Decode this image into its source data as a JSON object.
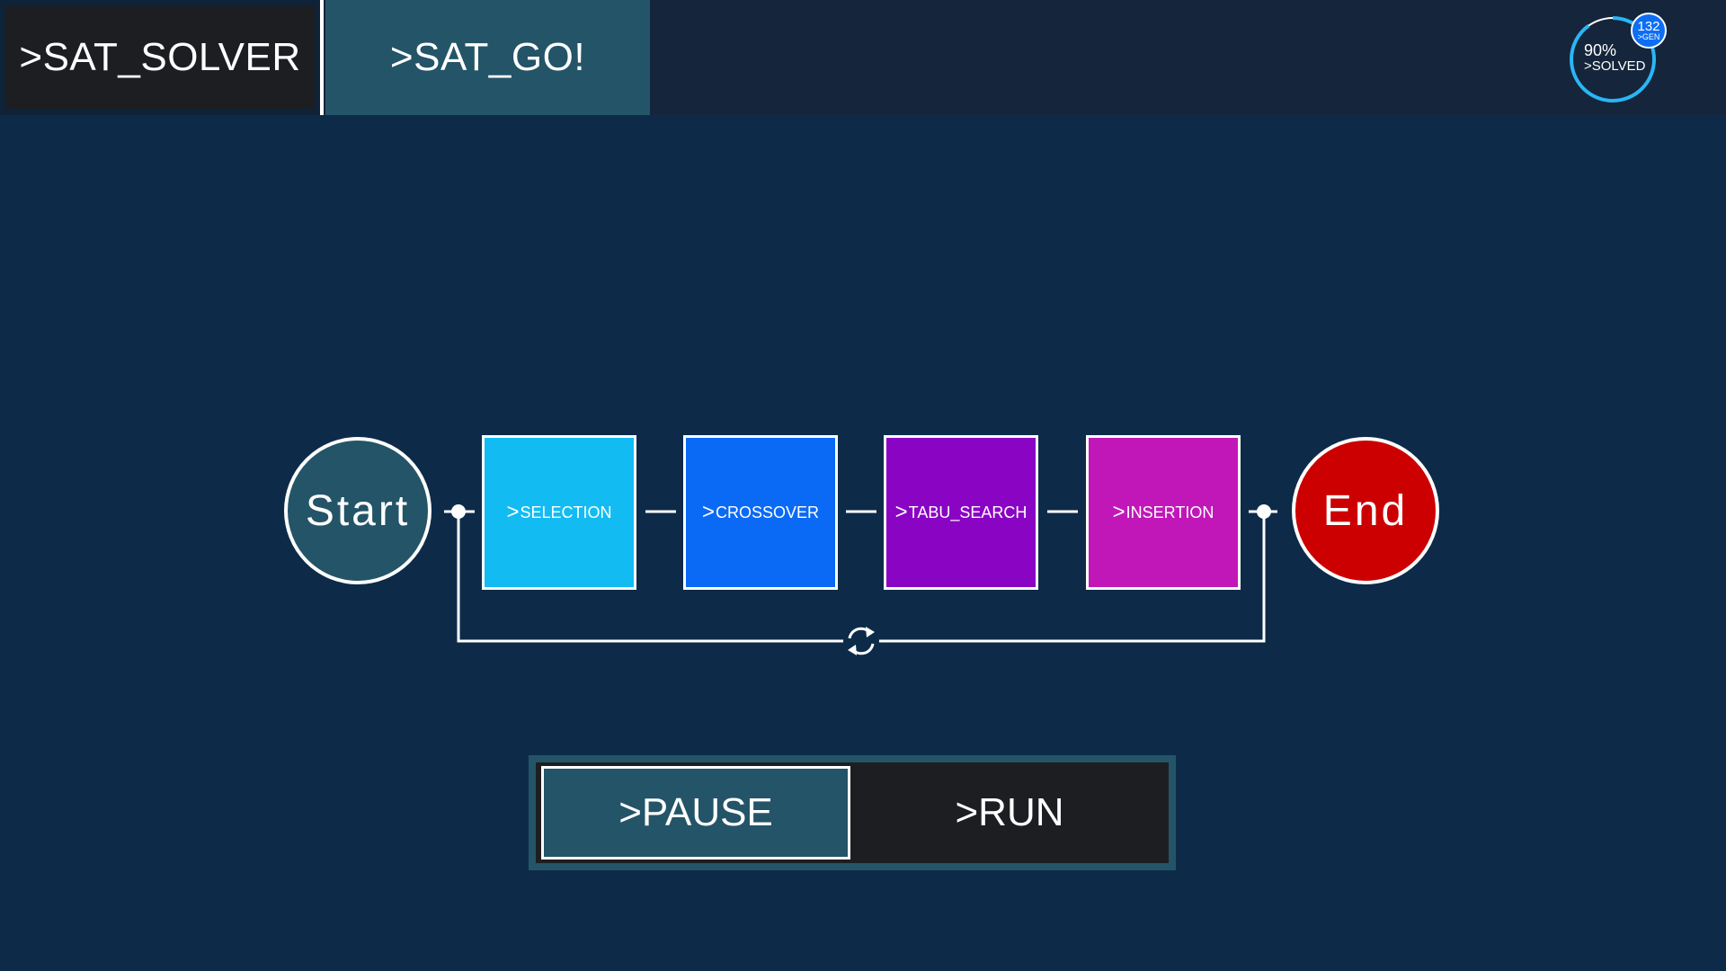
{
  "header": {
    "tabs": [
      {
        "label": ">SAT_SOLVER",
        "active": true
      },
      {
        "label": ">SAT_GO!",
        "active": false
      }
    ],
    "status": {
      "percent_text": "90%",
      "percent_value": 0.9,
      "percent_label": ">SOLVED",
      "generation_count": "132",
      "generation_label": ">GEN",
      "ring_color": "#29b6f6"
    }
  },
  "flow": {
    "start_label": "Start",
    "end_label": "End",
    "stages": [
      {
        "prefix": ">",
        "label": "SELECTION",
        "color": "#12bcf3"
      },
      {
        "prefix": ">",
        "label": "CROSSOVER",
        "color": "#0a6af5"
      },
      {
        "prefix": ">",
        "label": "TABU_SEARCH",
        "color": "#8a04c4"
      },
      {
        "prefix": ">",
        "label": "INSERTION",
        "color": "#c117b9"
      }
    ],
    "loop_icon": "refresh-icon"
  },
  "controls": {
    "pause_label": ">PAUSE",
    "run_label": ">RUN",
    "active": "pause"
  },
  "colors": {
    "background": "#0d2b49",
    "topbar": "#15253b",
    "teal": "#245468",
    "dark": "#1d1e22",
    "end_node": "#cc0000"
  }
}
